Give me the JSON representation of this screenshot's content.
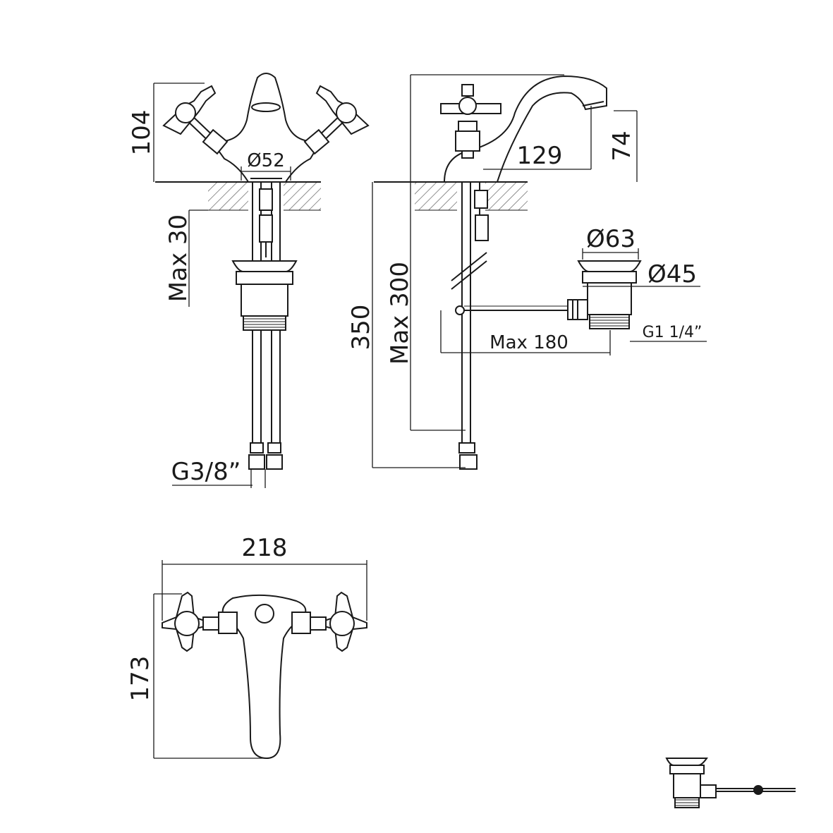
{
  "dimensions": {
    "height_104": "104",
    "diameter_52": "Ø52",
    "max_30": "Max 30",
    "thread_g38": "G3/8”",
    "spout_reach_129": "129",
    "spout_height_74": "74",
    "height_350": "350",
    "max_300": "Max 300",
    "diameter_63": "Ø63",
    "diameter_45": "Ø45",
    "max_180": "Max 180",
    "thread_g114": "G1 1/4”",
    "width_218": "218",
    "depth_173": "173"
  }
}
